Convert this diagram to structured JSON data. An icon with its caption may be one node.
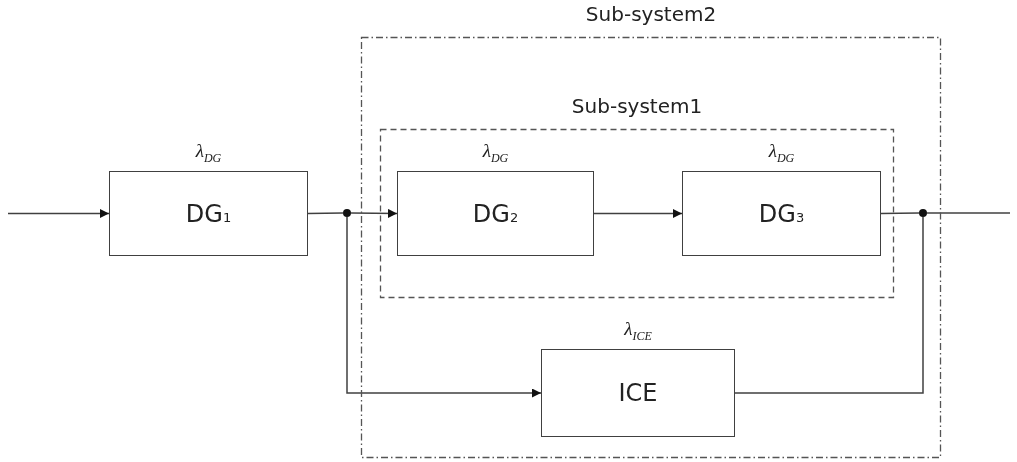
{
  "diagram": {
    "nodes": [
      {
        "text": [
          "Sub-system2"
        ]
      },
      {
        "text": [
          "Sub-system1"
        ],
        "in": 0
      },
      {
        "text": [
          "DG$_{1}$"
        ],
        "beside": [
          "λ$_{DG}$"
        ]
      },
      {
        "text": [
          "DG$_{2}$"
        ],
        "in": 1,
        "beside": [
          "λ$_{DG}$"
        ]
      },
      {
        "text": [
          "DG$_{3}$"
        ],
        "in": 1,
        "beside": [
          "λ$_{DG}$"
        ]
      },
      {
        "text": [
          "ICE"
        ],
        "in": 0,
        "beside": [
          "λ$_{ICE}$"
        ]
      },
      {
        "text": [],
        "shape": "circle"
      },
      {
        "text": [],
        "shape": "circle",
        "in": 0
      }
    ],
    "edges": [
      {
        "from": null,
        "to": 2,
        "arrow": "to"
      },
      {
        "from": 2,
        "to": 6,
        "arrow": "none"
      },
      {
        "from": 6,
        "to": 3,
        "arrow": "to"
      },
      {
        "from": 3,
        "to": 4,
        "arrow": "to"
      },
      {
        "from": 4,
        "to": 7,
        "arrow": "none"
      },
      {
        "from": 6,
        "to": 5,
        "arrow": "to"
      },
      {
        "from": 5,
        "to": 7,
        "arrow": "none"
      },
      {
        "from": 7,
        "to": null,
        "arrow": "none"
      }
    ]
  }
}
